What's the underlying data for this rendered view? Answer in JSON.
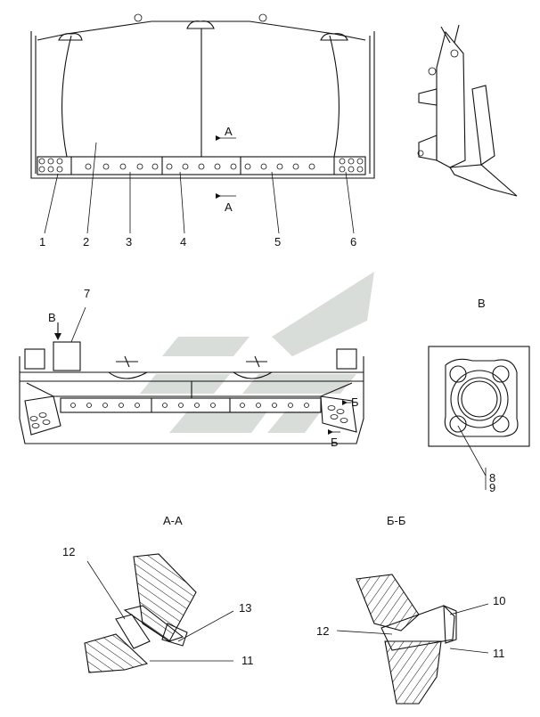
{
  "callouts": {
    "c1": "1",
    "c2": "2",
    "c3": "3",
    "c4": "4",
    "c5": "5",
    "c6": "6",
    "c7": "7",
    "c8": "8",
    "c9": "9",
    "c10": "10",
    "c11": "11",
    "c11b": "11",
    "c12": "12",
    "c12b": "12",
    "c13": "13"
  },
  "markers": {
    "section_a_top": "А",
    "section_a_bottom": "А",
    "view_b_arrow": "В",
    "section_bb_upper": "Б",
    "section_bb_lower": "Б"
  },
  "view_titles": {
    "view_b": "В",
    "section_aa": "А-А",
    "section_bb": "Б-Б"
  }
}
